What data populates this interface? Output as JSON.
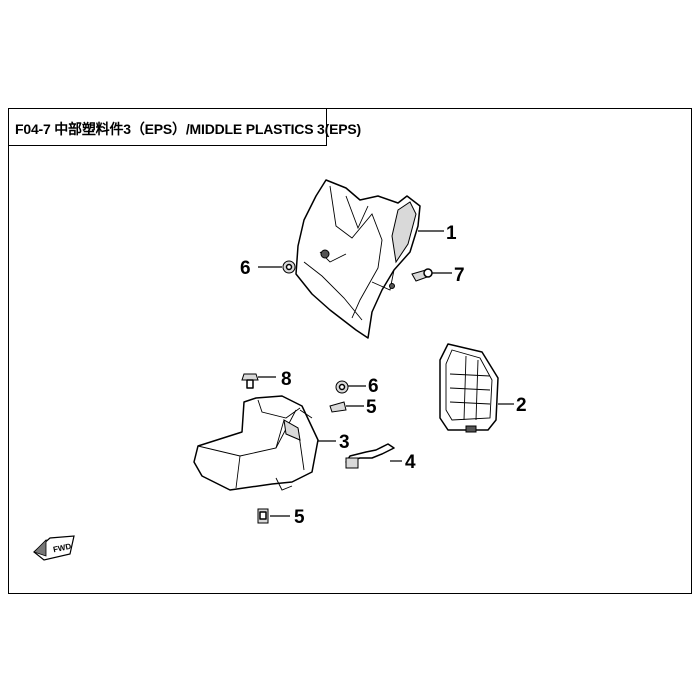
{
  "diagram": {
    "title": "F04-7 中部塑料件3（EPS）/MIDDLE PLASTICS 3(EPS)",
    "callouts": {
      "c1": "1",
      "c2": "2",
      "c3": "3",
      "c4": "4",
      "c5a": "5",
      "c5b": "5",
      "c6a": "6",
      "c6b": "6",
      "c7": "7",
      "c8": "8"
    },
    "fwd_label": "FWD"
  }
}
